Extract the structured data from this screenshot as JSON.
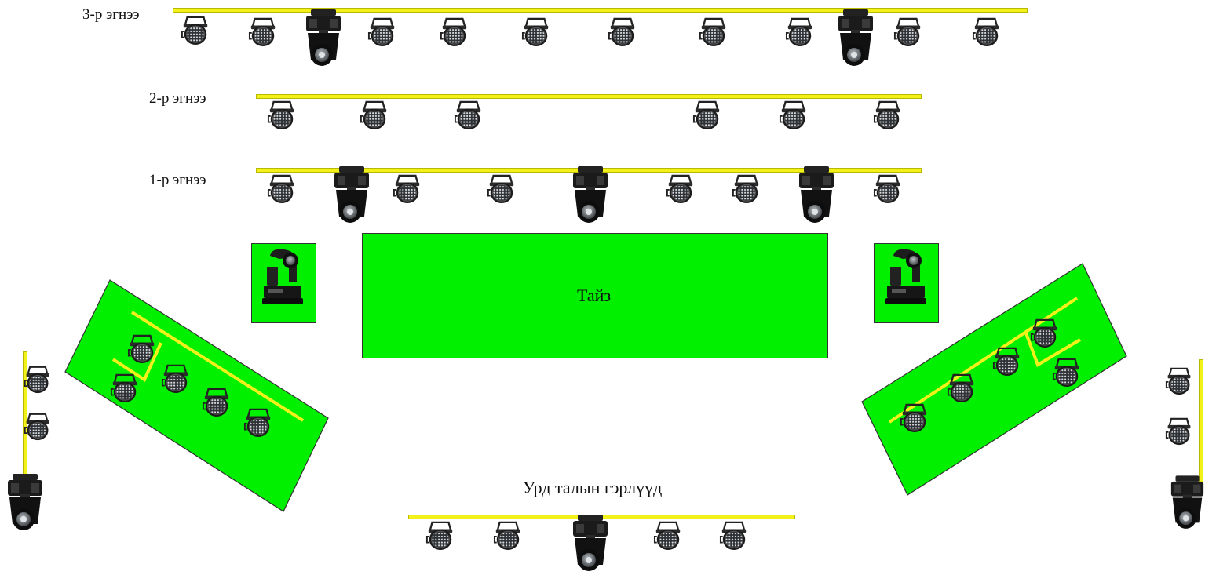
{
  "labels": {
    "row3": "3-р эгнээ",
    "row2": "2-р эгнээ",
    "row1": "1-р эгнээ",
    "stage": "Тайз",
    "front": "Урд талын гэрлүүд"
  },
  "colors": {
    "stage_green": "#00f000",
    "truss_yellow": "#f2f21a",
    "fixture_dark": "#1a1a1a"
  },
  "icons": [
    "par-light-icon",
    "moving-head-icon",
    "moving-head-base-icon"
  ]
}
